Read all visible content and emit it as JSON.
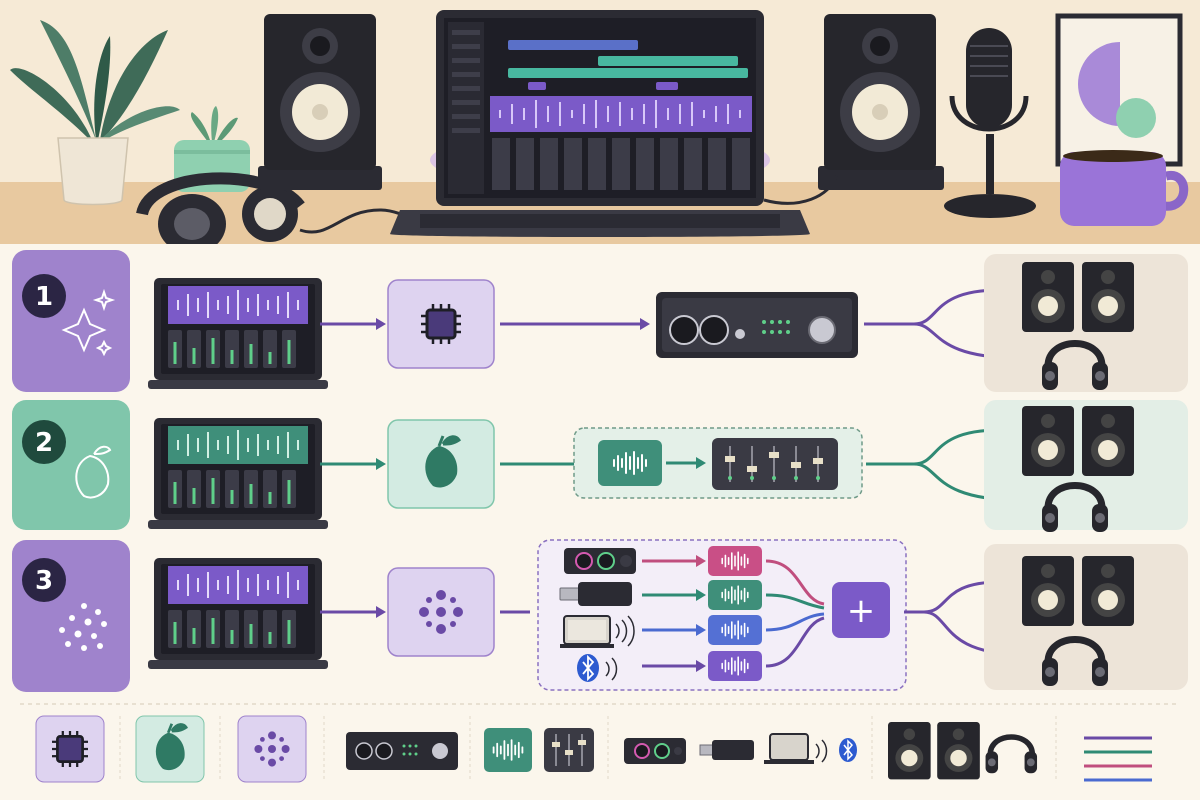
{
  "rows": [
    {
      "number": "1",
      "theme": "purple",
      "processor": "chip",
      "route": "interface"
    },
    {
      "number": "2",
      "theme": "green",
      "processor": "fl-fruit",
      "route": "virtual-mixer"
    },
    {
      "number": "3",
      "theme": "purple",
      "processor": "dots",
      "route": "multi-output-aggregate"
    }
  ],
  "legend": {
    "icons": [
      "chip-icon",
      "fl-fruit-icon",
      "dots-icon",
      "audio-interface-icon",
      "waveform-icon",
      "mixer-icon",
      "audio-jack-icon",
      "usb-dongle-icon",
      "hdmi-display-icon",
      "bluetooth-icon",
      "speakers-icon",
      "headphones-icon"
    ],
    "line_colors": [
      "#6a4aa6",
      "#2f8a74",
      "#c04e7e",
      "#4a6ad0"
    ]
  },
  "colors": {
    "purple": "#6a4aa6",
    "purple_light": "#ded3f0",
    "green": "#2f8a74",
    "green_light": "#d3ebe2",
    "pink": "#c04e7e",
    "blue": "#4a6ad0",
    "desk": "#e8c9a0",
    "background": "#fbf6ec"
  },
  "symbols": {
    "plus": "+"
  }
}
